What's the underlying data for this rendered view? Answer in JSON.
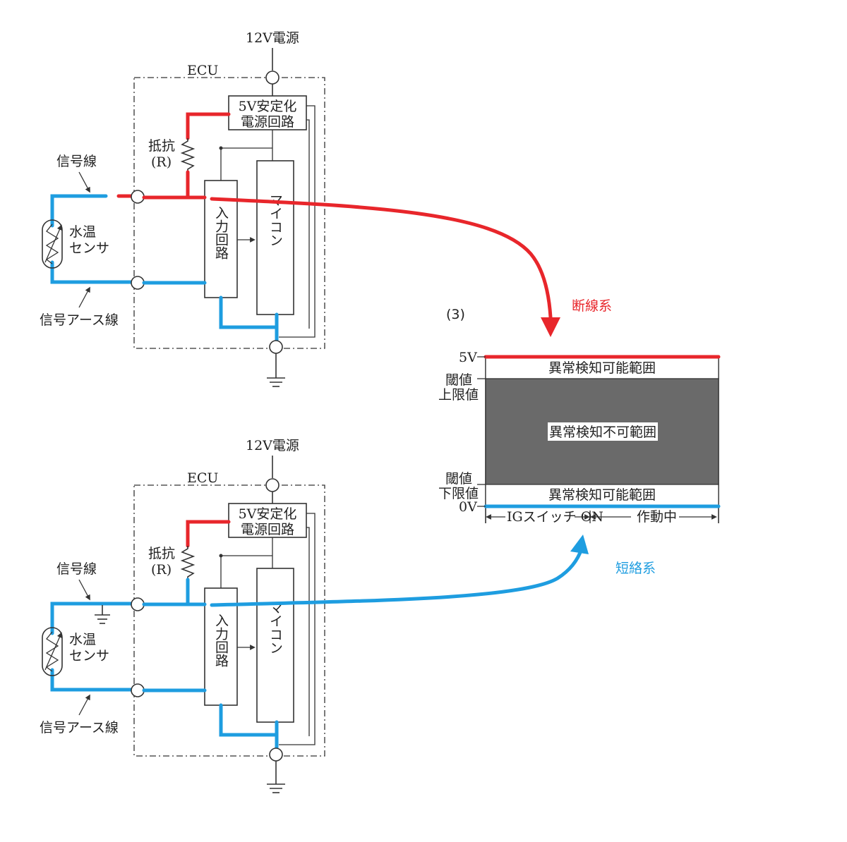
{
  "colors": {
    "red_wire": "#e8262b",
    "blue_wire": "#1e9de0",
    "dark_band": "#6a6a6a",
    "ink": "#222222"
  },
  "circuit_top": {
    "power_label": "12V電源",
    "ecu_label": "ECU",
    "regulator_line1": "5V安定化",
    "regulator_line2": "電源回路",
    "resistor_line1": "抵抗",
    "resistor_line2": "(R)",
    "signal_line_label": "信号線",
    "signal_ground_label": "信号アース線",
    "sensor_line1": "水温",
    "sensor_line2": "センサ",
    "input_circuit": "入力回路",
    "microcomputer": "マイコン"
  },
  "circuit_bottom": {
    "power_label": "12V電源",
    "ecu_label": "ECU",
    "regulator_line1": "5V安定化",
    "regulator_line2": "電源回路",
    "resistor_line1": "抵抗",
    "resistor_line2": "(R)",
    "signal_line_label": "信号線",
    "signal_ground_label": "信号アース線",
    "sensor_line1": "水温",
    "sensor_line2": "センサ",
    "input_circuit": "入力回路",
    "microcomputer": "マイコン"
  },
  "annotations": {
    "open_circuit": "断線系",
    "short_circuit": "短絡系"
  },
  "chart": {
    "number": "(3)",
    "y_top": "5V",
    "threshold_upper_line1": "閾値",
    "threshold_upper_line2": "上限値",
    "threshold_lower_line1": "閾値",
    "threshold_lower_line2": "下限値",
    "y_bottom": "0V",
    "band_top_label": "異常検知可能範囲",
    "band_middle_label": "異常検知不可範囲",
    "band_bottom_label": "異常検知可能範囲",
    "x_phase_1": "IGスイッチ ON",
    "x_phase_2": "作動中"
  }
}
